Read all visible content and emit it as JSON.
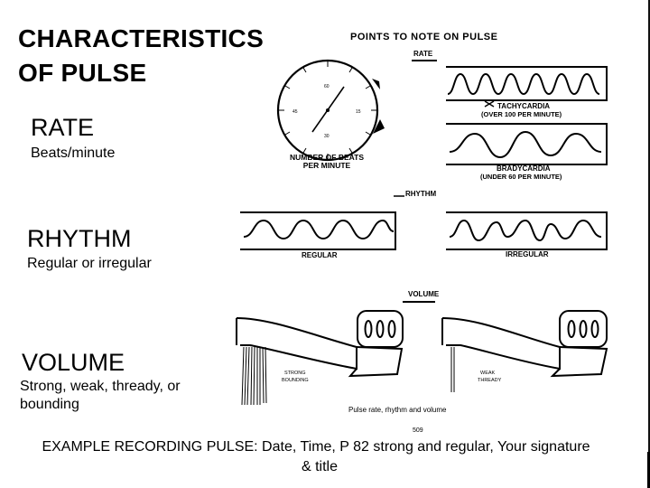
{
  "slide": {
    "title_line1": "CHARACTERISTICS",
    "title_line2": "OF PULSE",
    "sections": [
      {
        "heading": "RATE",
        "sub": "Beats/minute"
      },
      {
        "heading": "RHYTHM",
        "sub": "Regular or irregular"
      },
      {
        "heading": "VOLUME",
        "sub_line1": "Strong, weak, thready, or",
        "sub_line2": "bounding"
      }
    ],
    "footer_line1": "EXAMPLE RECORDING PULSE: Date, Time, P 82 strong and regular, Your signature",
    "footer_line2": "& title"
  },
  "figure": {
    "header": "POINTS TO NOTE ON PULSE",
    "rate_label": "RATE",
    "dial_caption_line1": "NUMBER OF BEATS",
    "dial_caption_line2": "PER MINUTE",
    "dial_60": "60",
    "dial_30": "30",
    "dial_15": "15",
    "dial_45": "45",
    "tachy_line1": "TACHYCARDIA",
    "tachy_line2": "(OVER 100 PER MINUTE)",
    "brady_line1": "BRADYCARDIA",
    "brady_line2": "(UNDER 60 PER MINUTE)",
    "rhythm_label": "RHYTHM",
    "regular_label": "REGULAR",
    "irregular_label": "IRREGULAR",
    "volume_label": "VOLUME",
    "strong_line1": "STRONG",
    "strong_line2": "BOUNDING",
    "weak_line1": "WEAK",
    "weak_line2": "THREADY",
    "caption": "Pulse rate, rhythm and volume",
    "page_number": "509"
  }
}
